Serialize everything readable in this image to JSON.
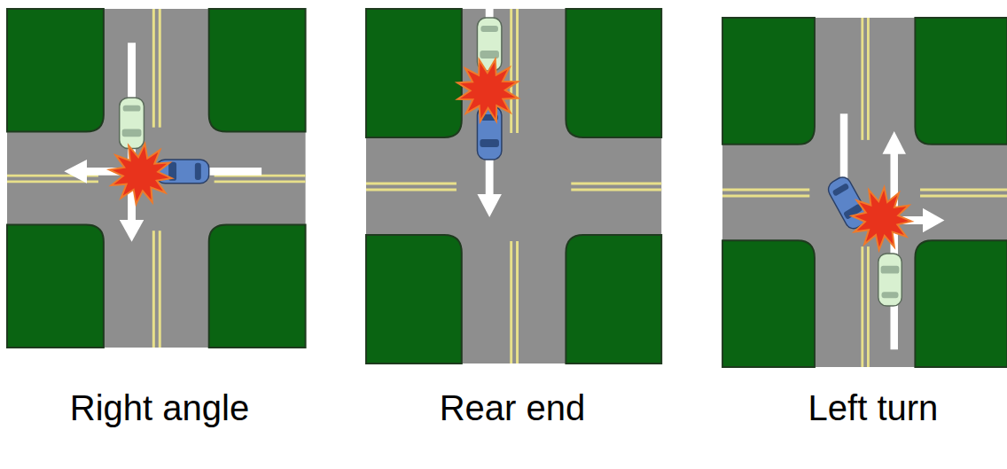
{
  "diagram": {
    "labels": [
      "Right angle",
      "Rear end",
      "Left turn"
    ]
  }
}
